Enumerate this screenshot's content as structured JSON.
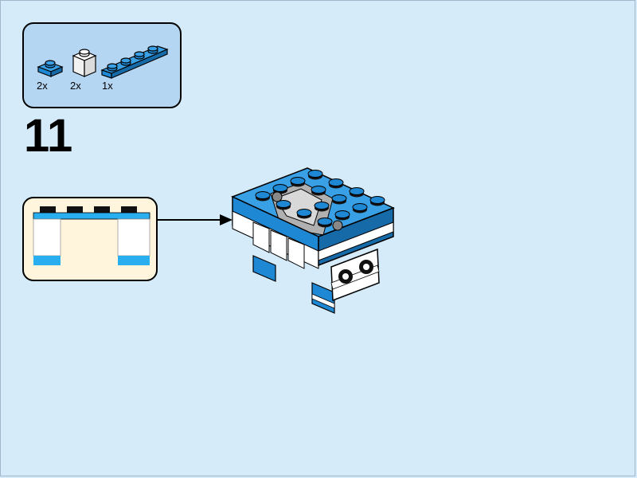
{
  "step": {
    "number": "11"
  },
  "parts": [
    {
      "name": "blue-plate-1x1",
      "quantity": "2x",
      "color": "#1e88d4"
    },
    {
      "name": "white-brick-1x1",
      "quantity": "2x",
      "color": "#ffffff"
    },
    {
      "name": "blue-plate-1x4",
      "quantity": "1x",
      "color": "#1e88d4"
    }
  ],
  "colors": {
    "background": "#d6ebfa",
    "parts_box": "#b5d6f2",
    "callout": "#fff4dc",
    "brick_blue": "#1e88d4",
    "brick_light_blue": "#29aef0",
    "brick_white": "#ffffff",
    "brick_gray": "#b0b0b0"
  },
  "icons": [
    "arrow-right-icon"
  ]
}
